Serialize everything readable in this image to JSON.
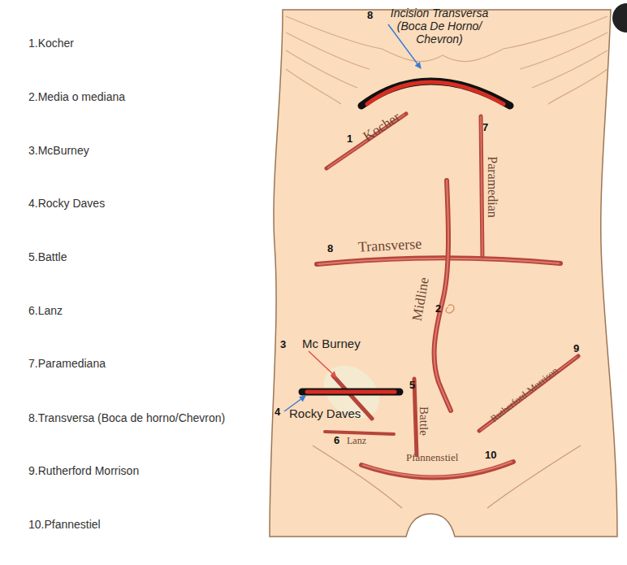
{
  "diagram": {
    "labels": [
      "1.Kocher",
      "2.Media o mediana",
      "3.McBurney",
      "4.Rocky Daves",
      "5.Battle",
      "6.Lanz",
      "7.Paramediana",
      "8.Transversa (Boca de horno/Chevron)",
      "9.Rutherford Morrison",
      "10.Pfannestiel",
      "8",
      "Incision Transversa (Boca De Horno/ Chevron)",
      "1",
      "Kocher",
      "7",
      "Paramedian",
      "8",
      "Transverse",
      "Midline",
      "2",
      "3",
      "Mc Burney",
      "4",
      "Rocky Daves",
      "5",
      "Battle",
      "6",
      "Lanz",
      "9",
      "Rutherford-Morrison",
      "10",
      "Pfannenstiel"
    ]
  }
}
